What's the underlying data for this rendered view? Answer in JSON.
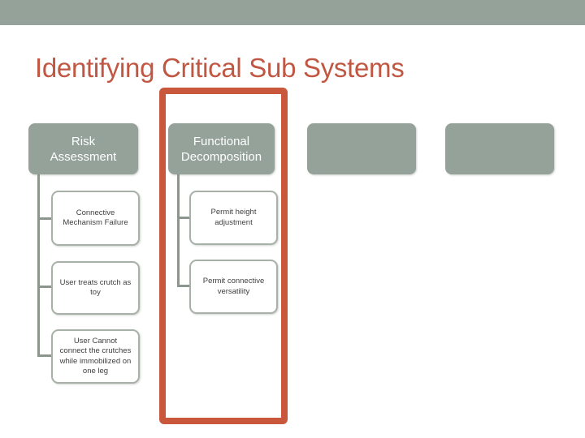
{
  "slide": {
    "title": "Identifying Critical Sub Systems"
  },
  "theme": {
    "band_color": "#94A29A",
    "title_color": "#C05742",
    "header_fill": "#94A29A",
    "header_text_color": "#FFFFFF",
    "child_fill": "#FFFFFF",
    "child_border_color": "#A7B1A8",
    "child_text_color": "#3F3F3F",
    "connector_color": "#8C968D",
    "highlight_color": "#C9573C"
  },
  "diagram": {
    "type": "hierarchy-list",
    "columns": [
      {
        "header": "Risk\nAssessment",
        "highlighted": false,
        "children": [
          "Connective\nMechanism Failure",
          "User treats crutch as\ntoy",
          "User Cannot\nconnect the crutches\nwhile immobilized on\none leg"
        ]
      },
      {
        "header": "Functional\nDecomposition",
        "highlighted": true,
        "children": [
          "Permit height\nadjustment",
          "Permit connective\nversatility"
        ]
      },
      {
        "header": "",
        "highlighted": false,
        "children": []
      },
      {
        "header": "",
        "highlighted": false,
        "children": []
      }
    ]
  }
}
